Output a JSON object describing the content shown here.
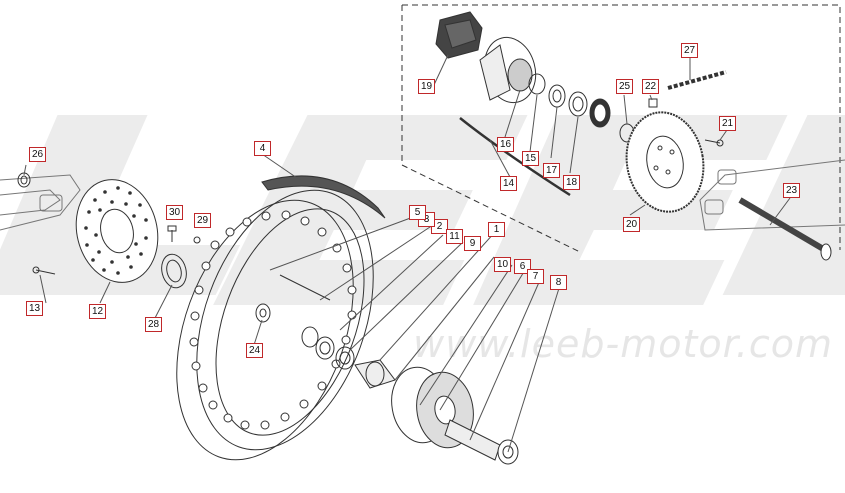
{
  "watermark": {
    "logo_text": "LEEB",
    "url": "www.leeb-motor.com"
  },
  "callouts": [
    "1",
    "2",
    "3",
    "4",
    "5",
    "6",
    "7",
    "8",
    "9",
    "10",
    "11",
    "12",
    "13",
    "14",
    "15",
    "16",
    "17",
    "18",
    "19",
    "20",
    "21",
    "22",
    "23",
    "24",
    "25",
    "26",
    "27",
    "28",
    "29",
    "30"
  ],
  "colors": {
    "callout_border": "#c0282a",
    "line": "#333333",
    "watermark": "#e6e6e6"
  }
}
